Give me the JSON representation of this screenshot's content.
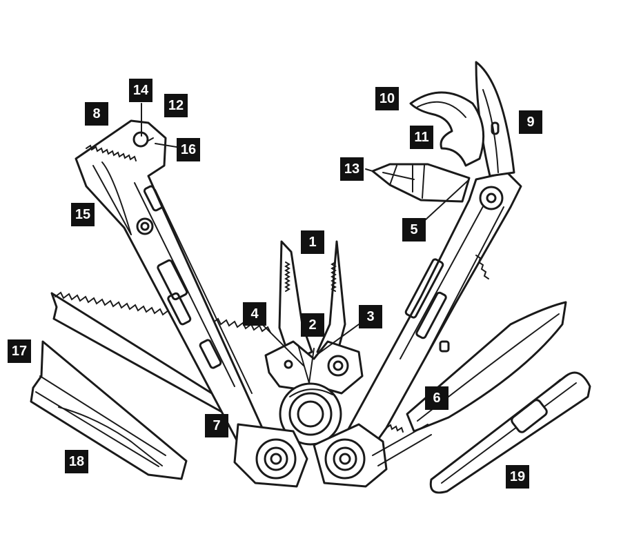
{
  "callouts": [
    {
      "id": "1",
      "label": "1"
    },
    {
      "id": "2",
      "label": "2"
    },
    {
      "id": "3",
      "label": "3"
    },
    {
      "id": "4",
      "label": "4"
    },
    {
      "id": "5",
      "label": "5"
    },
    {
      "id": "6",
      "label": "6"
    },
    {
      "id": "7",
      "label": "7"
    },
    {
      "id": "8",
      "label": "8"
    },
    {
      "id": "9",
      "label": "9"
    },
    {
      "id": "10",
      "label": "10"
    },
    {
      "id": "11",
      "label": "11"
    },
    {
      "id": "12",
      "label": "12"
    },
    {
      "id": "13",
      "label": "13"
    },
    {
      "id": "14",
      "label": "14"
    },
    {
      "id": "15",
      "label": "15"
    },
    {
      "id": "16",
      "label": "16"
    },
    {
      "id": "17",
      "label": "17"
    },
    {
      "id": "18",
      "label": "18"
    },
    {
      "id": "19",
      "label": "19"
    }
  ],
  "colors": {
    "line": "#1a1a1a",
    "tag_bg": "#111111",
    "tag_text": "#ffffff",
    "background": "#ffffff"
  }
}
